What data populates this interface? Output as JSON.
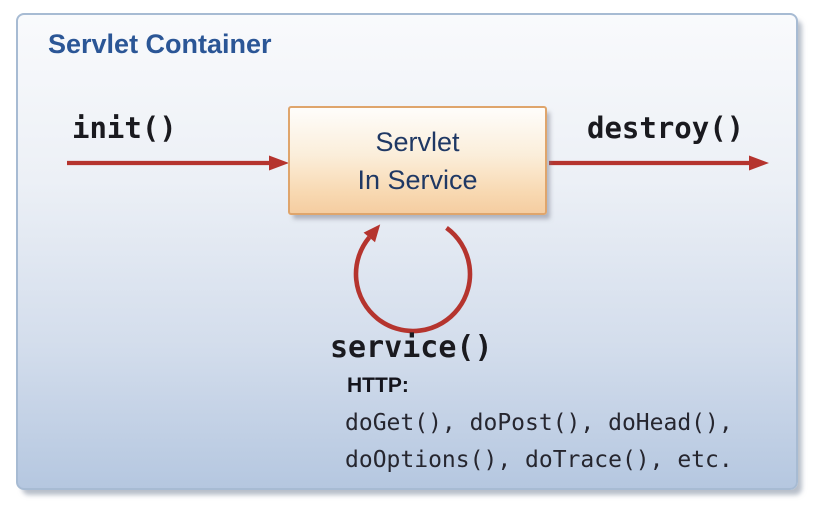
{
  "diagram": {
    "title": "Servlet Container",
    "node": {
      "line1": "Servlet",
      "line2": "In Service"
    },
    "labels": {
      "init": "init()",
      "destroy": "destroy()",
      "service": "service()"
    },
    "http": {
      "heading": "HTTP:",
      "methods_line1": "doGet(), doPost(), doHead(),",
      "methods_line2": "doOptions(), doTrace(), etc."
    }
  },
  "colors": {
    "red": "#b5342e",
    "container_border": "#a7bbd3",
    "box_border": "#dfa56c",
    "title_color": "#2b5696",
    "node_text": "#1f3864",
    "code_text": "#1a1a1f",
    "bg_top": "#f9fafc",
    "bg_bottom": "#b5c7e0",
    "box_top": "#fefdfb",
    "box_bottom": "#f5cda1"
  }
}
